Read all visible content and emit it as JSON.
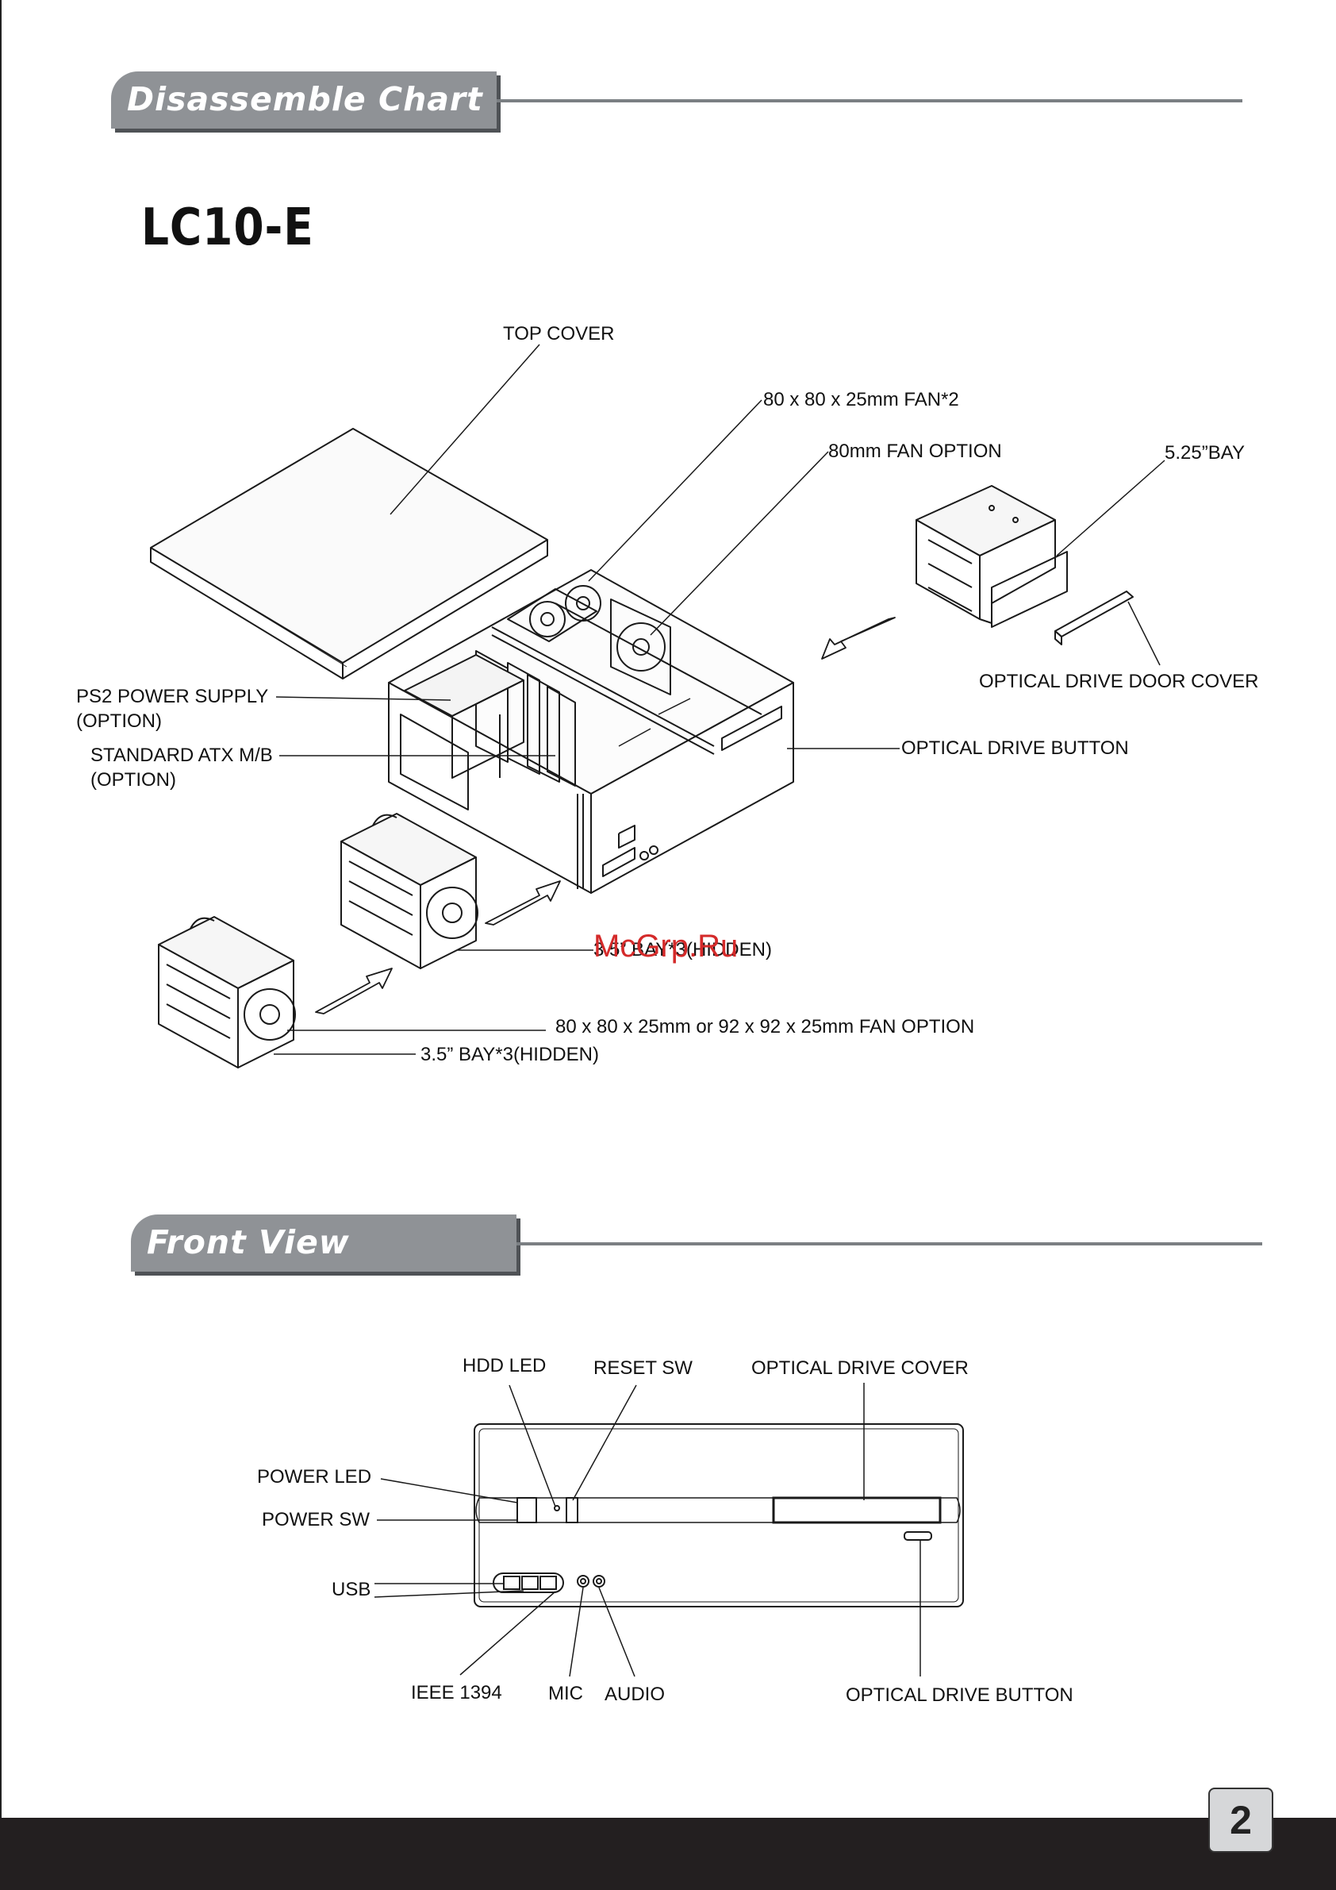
{
  "section_disassemble": {
    "title": "Disassemble Chart"
  },
  "model": "LC10-E",
  "disassemble_labels": {
    "top_cover": "TOP COVER",
    "fan_80": "80 x 80 x 25mm FAN*2",
    "fan_option": "80mm FAN OPTION",
    "bay_525": "5.25”BAY",
    "optical_door_cover": "OPTICAL DRIVE DOOR COVER",
    "ps2_line1": "PS2 POWER SUPPLY",
    "ps2_line2": "(OPTION)",
    "atx_line1": "STANDARD ATX M/B",
    "atx_line2": "(OPTION)",
    "optical_button": "OPTICAL DRIVE BUTTON",
    "bay_35_upper": "3.5” BAY*3(HIDDEN)",
    "fan_combo": "80 x 80 x 25mm or 92 x 92 x 25mm FAN OPTION",
    "bay_35_lower": "3.5” BAY*3(HIDDEN)"
  },
  "watermark": "McGrp.Ru",
  "section_front": {
    "title": "Front View"
  },
  "front_labels": {
    "hdd_led": "HDD LED",
    "reset_sw": "RESET SW",
    "optical_cover": "OPTICAL DRIVE COVER",
    "power_led": "POWER LED",
    "power_sw": "POWER SW",
    "usb": "USB",
    "ieee": "IEEE 1394",
    "mic": "MIC",
    "audio": "AUDIO",
    "optical_button": "OPTICAL DRIVE BUTTON"
  },
  "page_number": "2"
}
